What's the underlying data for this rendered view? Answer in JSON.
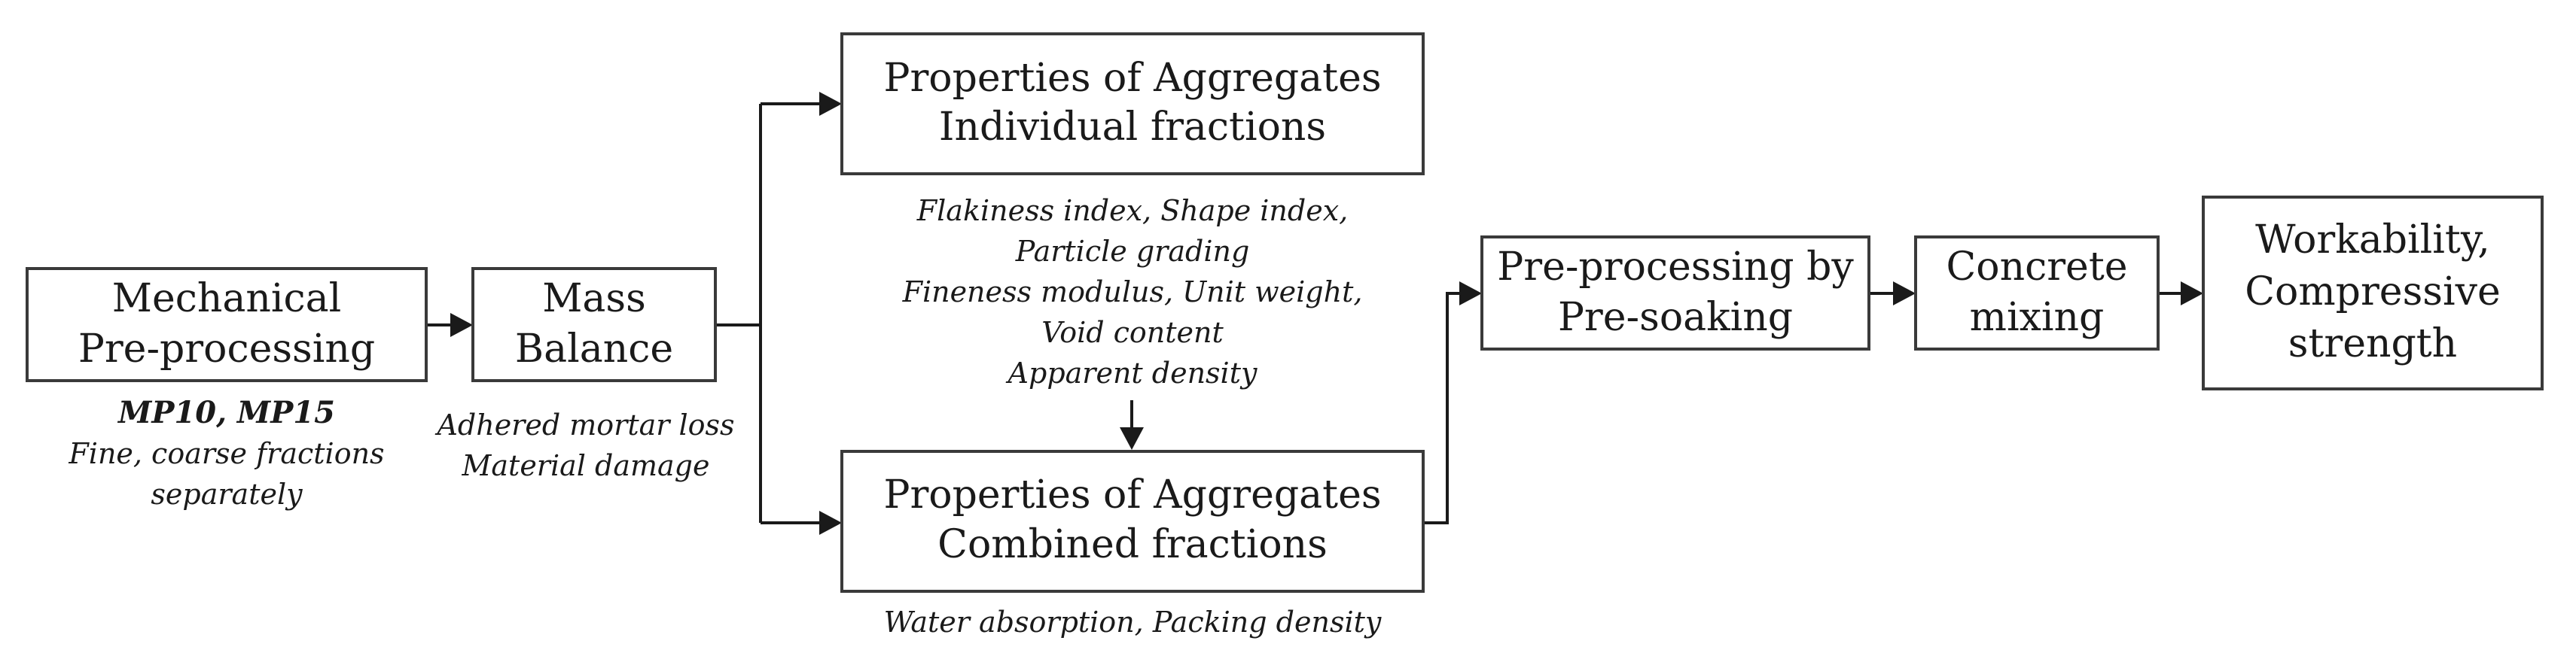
{
  "nodes": {
    "mechanical": {
      "line1": "Mechanical",
      "line2": "Pre-processing"
    },
    "mass_balance": {
      "line1": "Mass",
      "line2": "Balance"
    },
    "individual": {
      "line1": "Properties of Aggregates",
      "line2": "Individual fractions"
    },
    "combined": {
      "line1": "Properties of Aggregates",
      "line2": "Combined fractions"
    },
    "presoak": {
      "line1": "Pre-processing by",
      "line2": "Pre-soaking"
    },
    "mixing": {
      "line1": "Concrete",
      "line2": "mixing"
    },
    "workability": {
      "line1": "Workability,",
      "line2": "Compressive",
      "line3": "strength"
    }
  },
  "notes": {
    "mechanical": {
      "bold": "MP10, MP15",
      "line1": "Fine, coarse fractions",
      "line2": "separately"
    },
    "mass_balance": {
      "line1": "Adhered mortar loss",
      "line2": "Material damage"
    },
    "individual": {
      "line1": "Flakiness index, Shape index,",
      "line2": "Particle grading",
      "line3": "Fineness modulus, Unit weight,",
      "line4": "Void content",
      "line5": "Apparent density"
    },
    "combined": {
      "line1": "Water absorption, Packing density"
    }
  }
}
